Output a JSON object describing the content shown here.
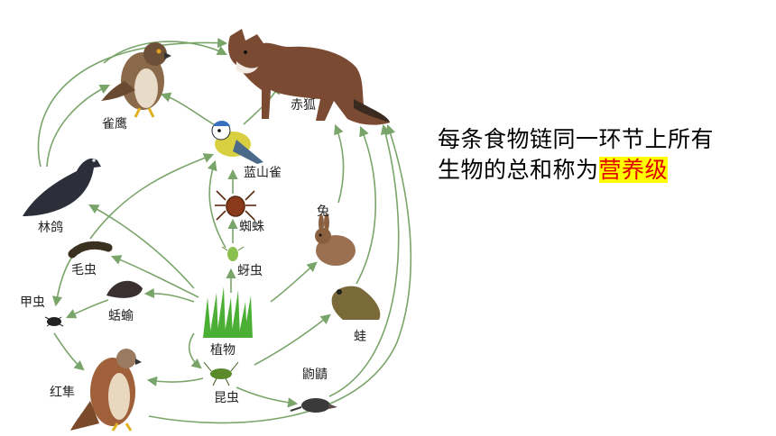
{
  "diagram": {
    "nodes": {
      "hawk": "雀鹰",
      "fox": "赤狐",
      "tit": "蓝山雀",
      "pigeon": "林鸽",
      "spider": "蜘蛛",
      "rabbit": "兔",
      "caterpillar": "毛虫",
      "aphid": "蚜虫",
      "slug": "蛞蝓",
      "beetle": "甲虫",
      "plant": "植物",
      "frog": "蛙",
      "kestrel": "红隼",
      "insect": "昆虫",
      "shrew": "鼩鼱"
    },
    "caption_line1": "每条食物链同一环节上所有",
    "caption_line2_prefix": "生物的总和称为",
    "caption_highlight": "营养级",
    "colors": {
      "arrow": "#7aa56a",
      "highlight_bg": "#ffff00",
      "highlight_text": "#e00000"
    }
  }
}
